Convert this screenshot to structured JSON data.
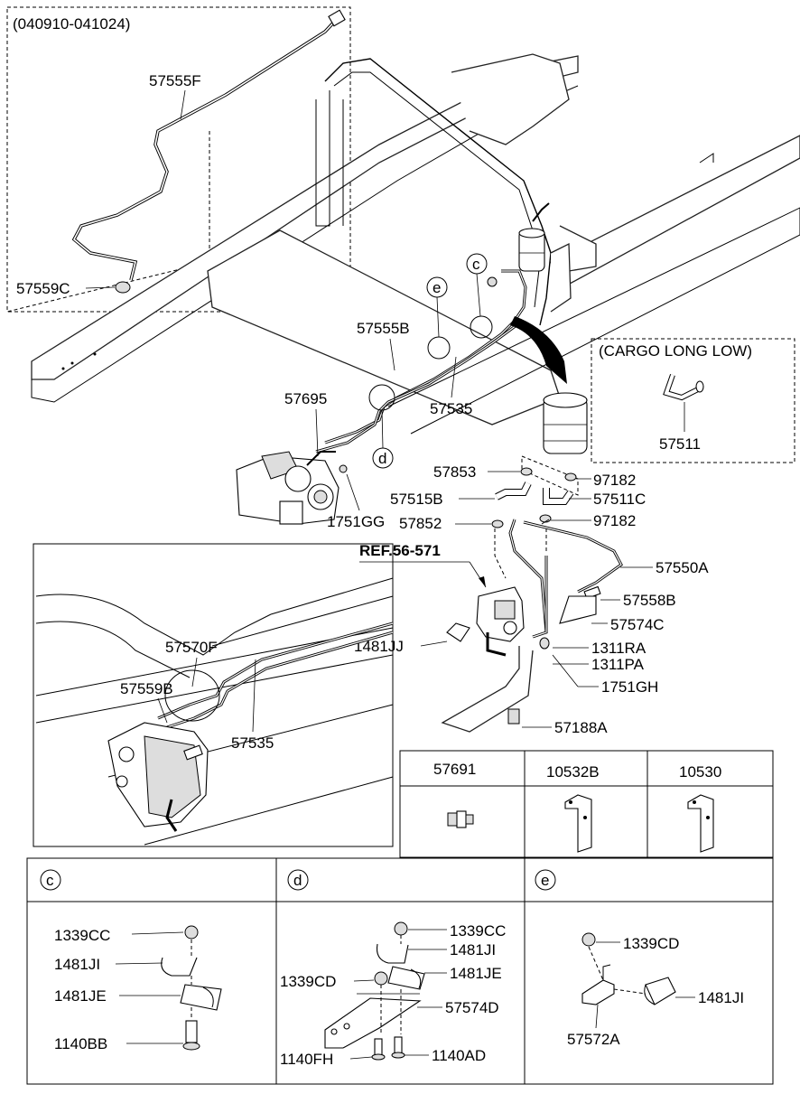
{
  "inset_top_left": {
    "date_range": "(040910-041024)",
    "parts": [
      "57555F",
      "57559C"
    ]
  },
  "inset_cargo": {
    "title": "(CARGO LONG LOW)",
    "part": "57511"
  },
  "main_labels": {
    "p57555B": "57555B",
    "p57695": "57695",
    "p57535": "57535",
    "p1751GG": "1751GG",
    "p57853": "57853",
    "p57515B": "57515B",
    "p57852": "57852",
    "p97182a": "97182",
    "p57511C": "57511C",
    "p97182b": "97182",
    "ref": "REF.56-571",
    "p57550A": "57550A",
    "p57558B": "57558B",
    "p57574C": "57574C",
    "p1481JJ": "1481JJ",
    "p1311RA": "1311RA",
    "p1311PA": "1311PA",
    "p1751GH": "1751GH",
    "p57188A": "57188A"
  },
  "callouts": {
    "c": "c",
    "d": "d",
    "e": "e"
  },
  "detail_inset": {
    "p57570F": "57570F",
    "p57559B": "57559B",
    "p57535": "57535"
  },
  "parts_table": {
    "headers": [
      "57691",
      "10532B",
      "10530"
    ]
  },
  "panel_c": {
    "key": "c",
    "labels": [
      "1339CC",
      "1481JI",
      "1481JE",
      "1140BB"
    ]
  },
  "panel_d": {
    "key": "d",
    "labels": [
      "1339CC",
      "1481JI",
      "1481JE",
      "1339CD",
      "57574D",
      "1140FH",
      "1140AD"
    ]
  },
  "panel_e": {
    "key": "e",
    "labels": [
      "1339CD",
      "1481JI",
      "57572A"
    ]
  }
}
